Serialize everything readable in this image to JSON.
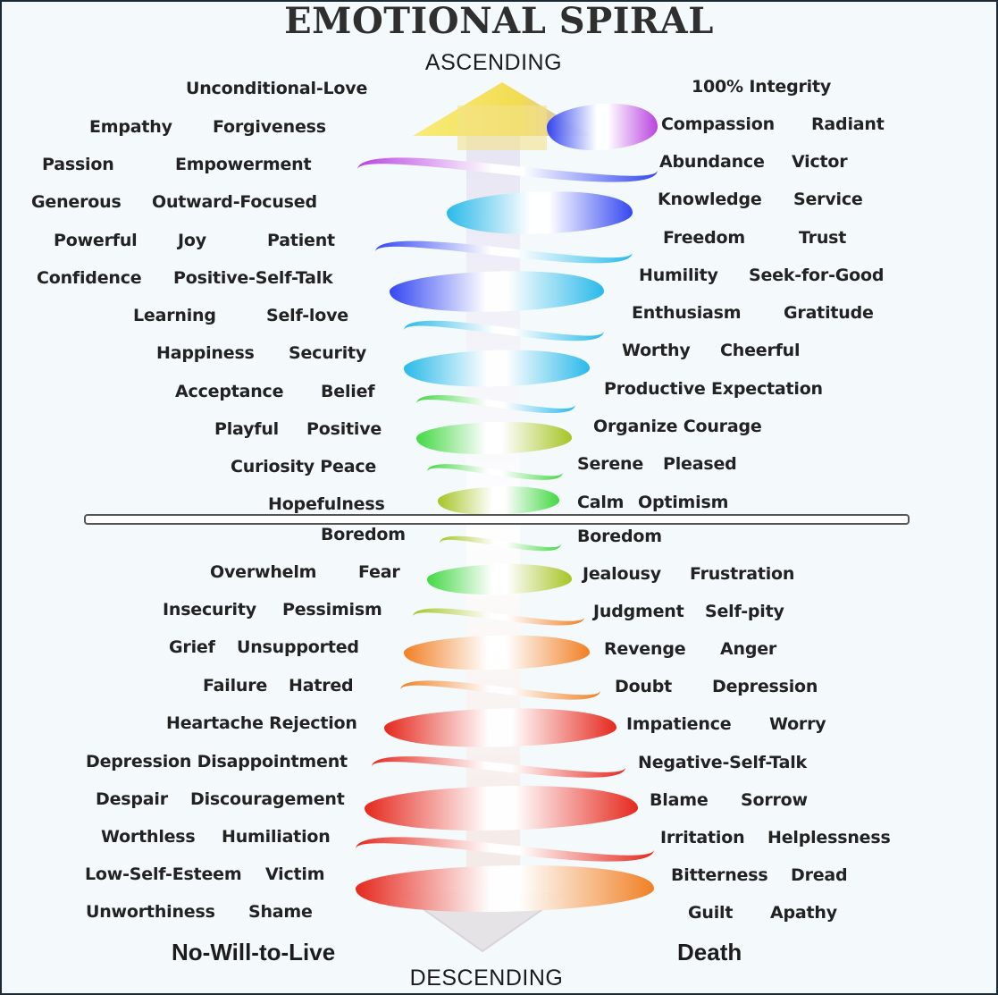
{
  "title": "EMOTIONAL SPIRAL",
  "top_label": "ASCENDING",
  "bottom_label": "DESCENDING",
  "left_emotions": [
    "Unconditional-Love",
    "Empathy",
    "Forgiveness",
    "Passion",
    "Empowerment",
    "Generous",
    "Outward-Focused",
    "Powerful",
    "Joy",
    "Patient",
    "Confidence",
    "Positive-Self-Talk",
    "Learning",
    "Self-love",
    "Happiness",
    "Security",
    "Acceptance",
    "Belief",
    "Playful",
    "Positive",
    "Curiosity Peace",
    "Hopefulness",
    "Boredom",
    "Overwhelm",
    "Fear",
    "Insecurity",
    "Pessimism",
    "Grief",
    "Unsupported",
    "Failure",
    "Hatred",
    "Heartache Rejection",
    "Depression Disappointment",
    "Despair",
    "Discouragement",
    "Worthless",
    "Humiliation",
    "Low-Self-Esteem",
    "Victim",
    "Unworthiness",
    "Shame"
  ],
  "right_emotions": [
    "100% Integrity",
    "Compassion",
    "Radiant",
    "Abundance",
    "Victor",
    "Knowledge",
    "Service",
    "Freedom",
    "Trust",
    "Humility",
    "Seek-for-Good",
    "Enthusiasm",
    "Gratitude",
    "Worthy",
    "Cheerful",
    "Productive Expectation",
    "Organize Courage",
    "Serene",
    "Pleased",
    "Calm",
    "Optimism",
    "Boredom",
    "Jealousy",
    "Frustration",
    "Judgment",
    "Self-pity",
    "Revenge",
    "Anger",
    "Doubt",
    "Depression",
    "Impatience",
    "Worry",
    "Negative-Self-Talk",
    "Blame",
    "Sorrow",
    "Irritation",
    "Helplessness",
    "Bitterness",
    "Dread",
    "Guilt",
    "Apathy"
  ],
  "bottom_left": "No-Will-to-Live",
  "bottom_right": "Death",
  "colors": {
    "ascend_arrow": "#f2dc52",
    "violet": "#b63ae0",
    "blue": "#2a3ef0",
    "cyan": "#1fb6e8",
    "green": "#3ad63a",
    "olive": "#a2c21a",
    "orange": "#f07a1a",
    "red": "#e41e12"
  }
}
